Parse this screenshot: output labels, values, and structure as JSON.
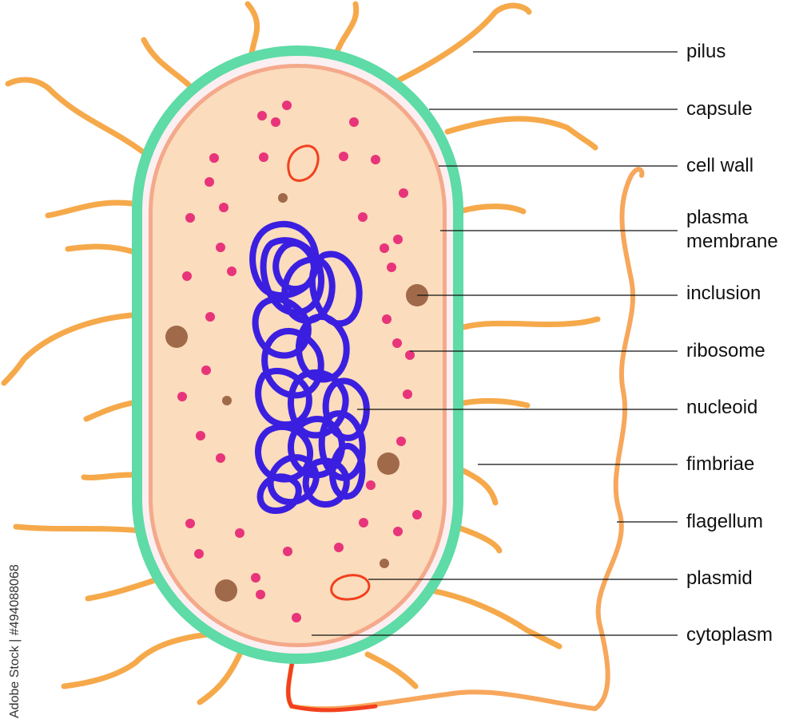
{
  "labels": [
    "pilus",
    "capsule",
    "cell wall",
    "plasma membrane",
    "inclusion",
    "ribosome",
    "nucleoid",
    "fimbriae",
    "flagellum",
    "plasmid",
    "cytoplasm"
  ],
  "watermark": "Adobe Stock | #494088068",
  "colors": {
    "capsule": "#5edba6",
    "cell_wall": "#f4a98b",
    "cytoplasm": "#fbdcbc",
    "ribosome": "#e8347a",
    "nucleoid": "#3b1fe0",
    "inclusion": "#a06a4a",
    "plasmid": "#f2401f",
    "fimbriae": "#f6a94a",
    "flagellum": "#f7a75c"
  }
}
